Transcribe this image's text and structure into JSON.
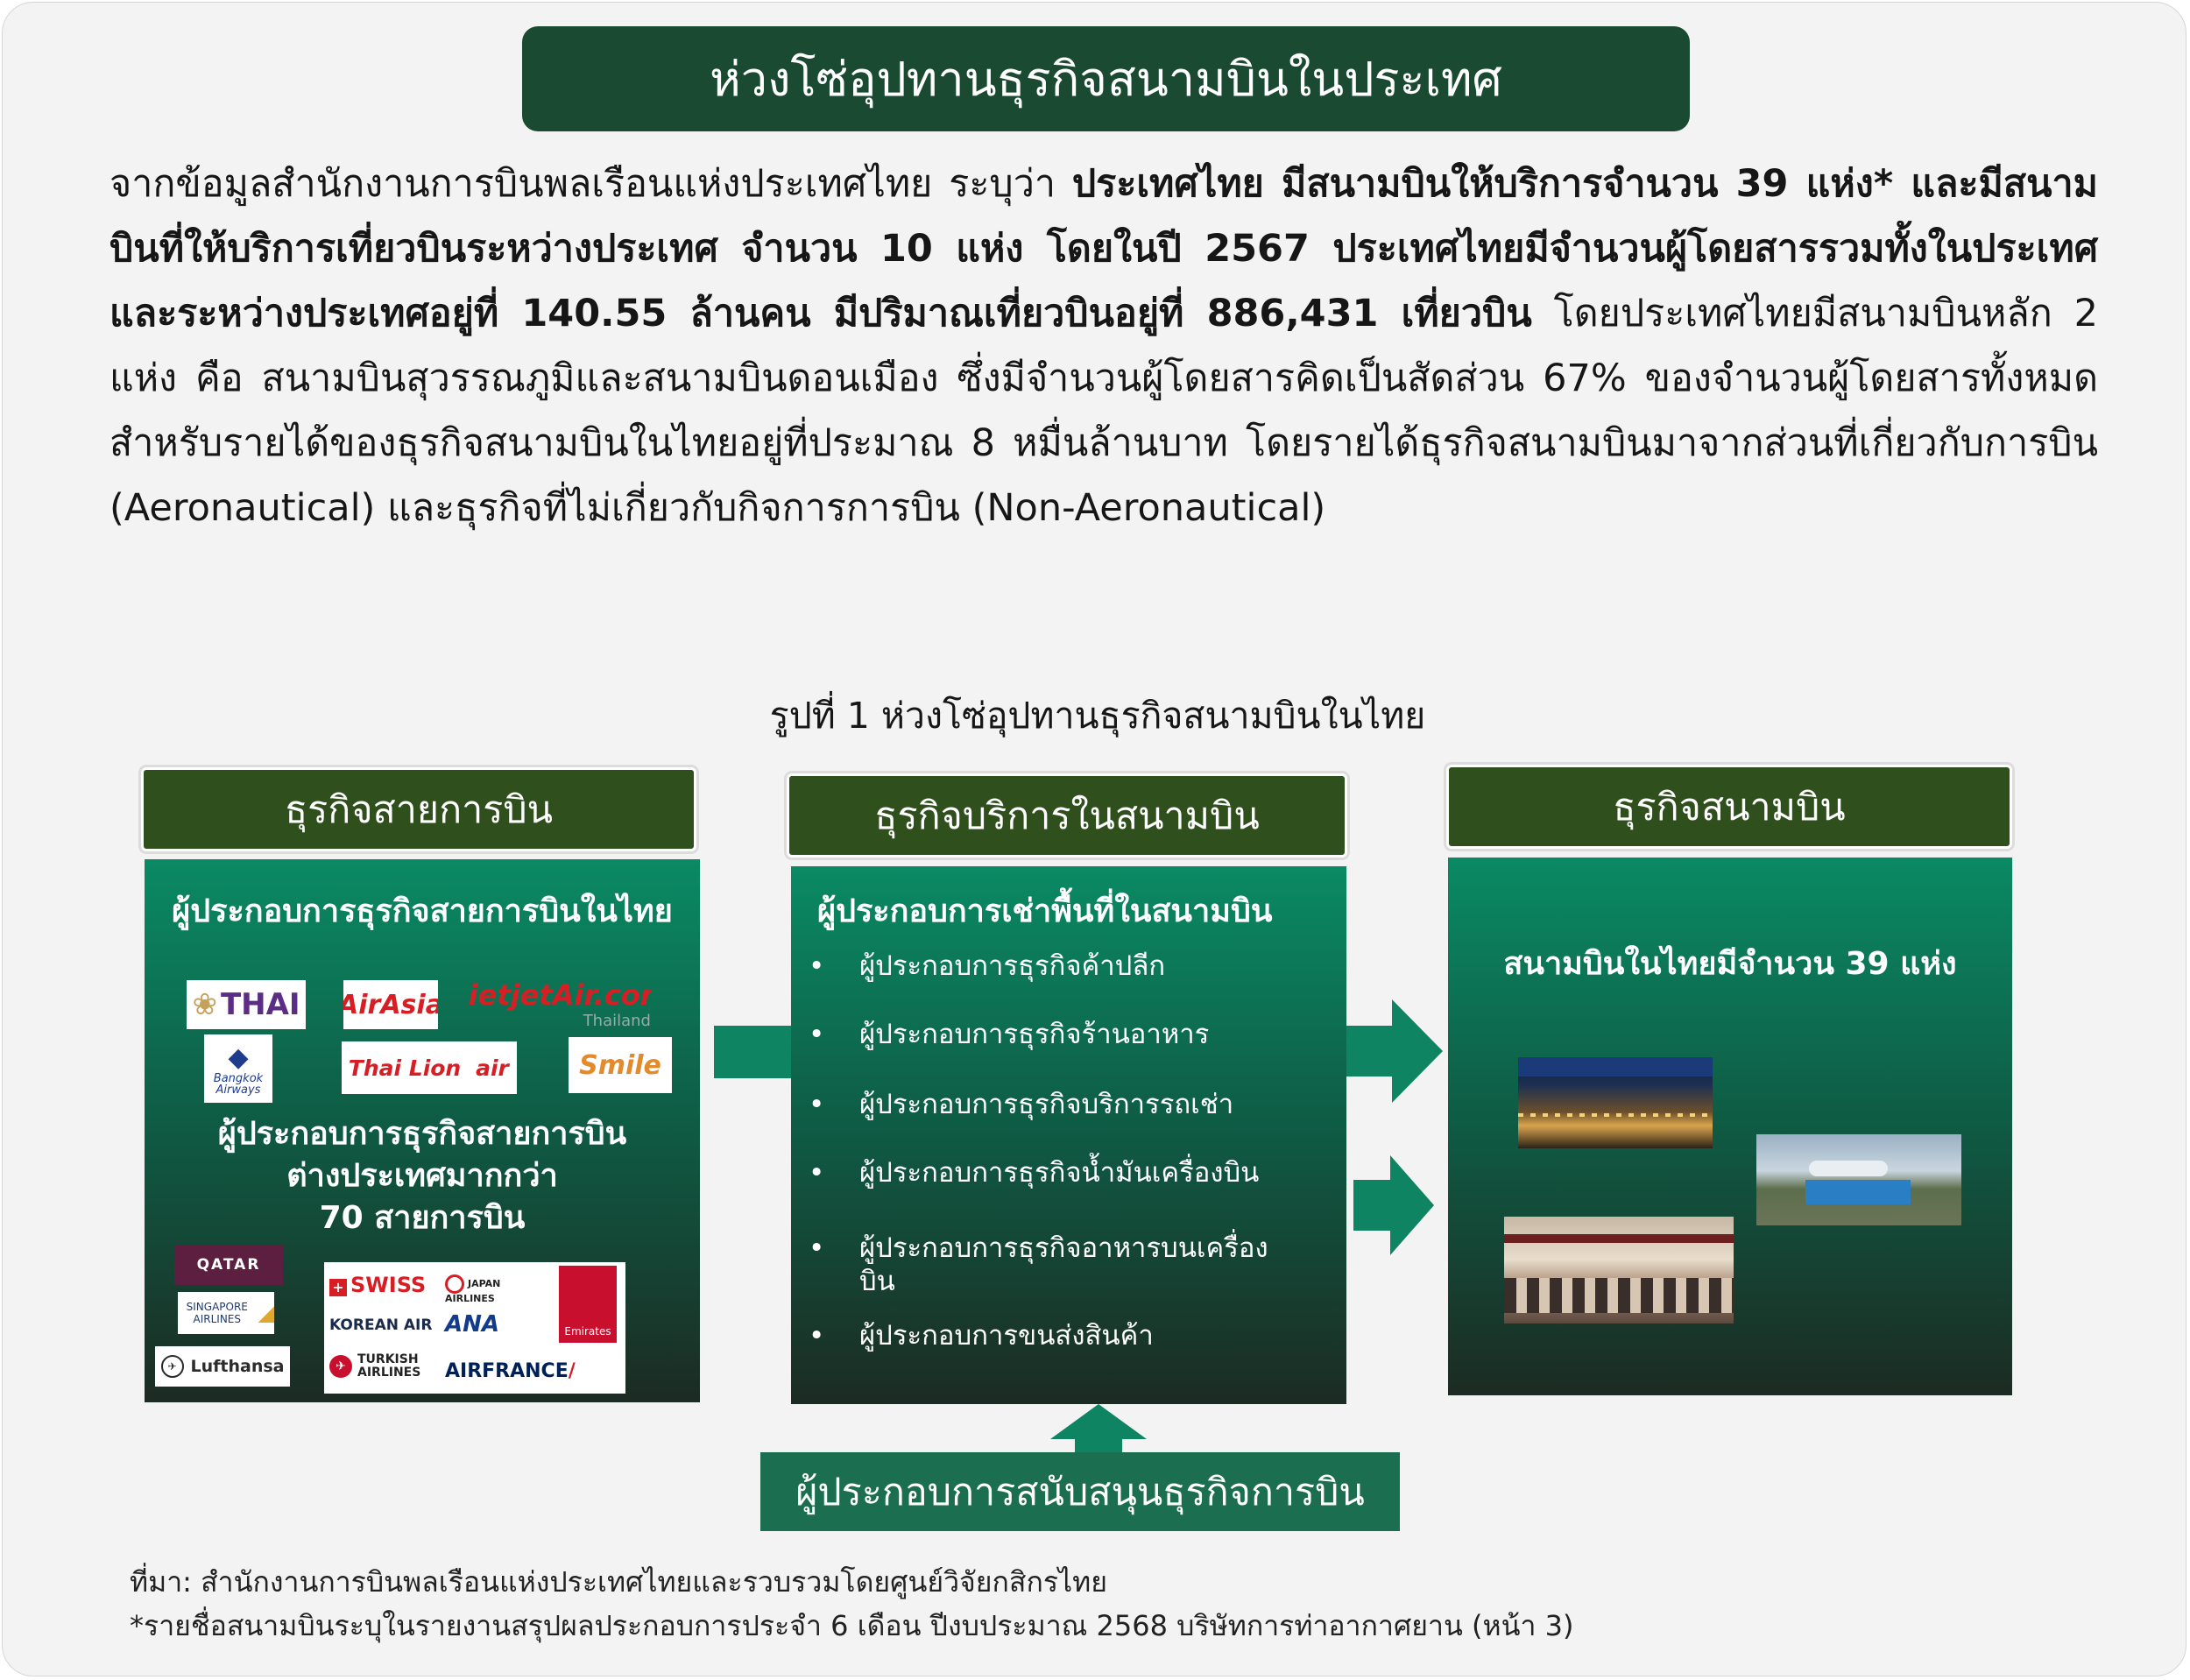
{
  "title": "ห่วงโซ่อุปทานธุรกิจสนามบินในประเทศ",
  "intro": {
    "p1": "จากข้อมูลสำนักงานการบินพลเรือนแห่งประเทศไทย ระบุว่า ",
    "b1": "ประเทศไทย มีสนามบินให้บริการจำนวน 39 แห่ง* และมีสนามบินที่ให้บริการเที่ยวบินระหว่างประเทศ จำนวน 10 แห่ง โดยในปี 2567 ประเทศไทยมีจำนวนผู้โดยสารรวมทั้งในประเทศและระหว่างประเทศอยู่ที่ 140.55 ล้านคน มีปริมาณเที่ยวบินอยู่ที่ 886,431 เที่ยวบิน",
    "p2": " โดยประเทศไทยมีสนามบินหลัก 2 แห่ง คือ สนามบินสุวรรณภูมิและสนามบินดอนเมือง ซึ่งมีจำนวนผู้โดยสารคิดเป็นสัดส่วน 67% ของจำนวนผู้โดยสารทั้งหมด สำหรับรายได้ของธุรกิจสนามบินในไทยอยู่ที่ประมาณ 8 หมื่นล้านบาท โดยรายได้ธุรกิจสนามบินมาจากส่วนที่เกี่ยวกับการบิน (Aeronautical) และธุรกิจที่ไม่เกี่ยวกับกิจการการบิน (Non-Aeronautical)"
  },
  "figure_caption": "รูปที่ 1 ห่วงโซ่อุปทานธุรกิจสนามบินในไทย",
  "airline": {
    "header": "ธุรกิจสายการบิน",
    "domestic_title": "ผู้ประกอบการธุรกิจสายการบินในไทย",
    "intl_title_1": "ผู้ประกอบการธุรกิจสายการบิน",
    "intl_title_2": "ต่างประเทศมากกว่า",
    "intl_title_3": "70 สายการบิน",
    "logos": {
      "thai": "THAI",
      "airasia": "AirAsia",
      "vietjet": "vietjetAir.com",
      "vietjet_sub": "Thailand",
      "bangkok": "Bangkok Airways",
      "thailion": "Thai Lion",
      "thailion_air": "air",
      "smile": "Smile",
      "qatar": "QATAR",
      "singapore": "SINGAPORE AIRLINES",
      "lufthansa": "Lufthansa",
      "swiss": "SWISS",
      "jal": "JAPAN AIRLINES",
      "emirates": "Emirates",
      "korean": "KOREAN AIR",
      "ana": "ANA",
      "turkish": "TURKISH AIRLINES",
      "airfrance": "AIRFRANCE"
    }
  },
  "services": {
    "header": "ธุรกิจบริการในสนามบิน",
    "title": "ผู้ประกอบการเช่าพื้นที่ในสนามบิน",
    "items": [
      "ผู้ประกอบการธุรกิจค้าปลีก",
      "ผู้ประกอบการธุรกิจร้านอาหาร",
      "ผู้ประกอบการธุรกิจบริการรถเช่า",
      "ผู้ประกอบการธุรกิจน้ำมันเครื่องบิน",
      "ผู้ประกอบการธุรกิจอาหารบนเครื่องบิน",
      "ผู้ประกอบการขนส่งสินค้า"
    ],
    "bullet": "•"
  },
  "airport": {
    "header": "ธุรกิจสนามบิน",
    "title": "สนามบินในไทยมีจำนวน 39 แห่ง"
  },
  "support": "ผู้ประกอบการสนับสนุนธุรกิจการบิน",
  "footnotes": {
    "source": "ที่มา: สำนักงานการบินพลเรือนแห่งประเทศไทยและรวบรวมโดยศูนย์วิจัยกสิกรไทย",
    "note": "*รายชื่อสนามบินระบุในรายงานสรุปผลประกอบการประจำ 6 เดือน ปีงบประมาณ 2568 บริษัทการท่าอากาศยาน (หน้า 3)"
  },
  "colors": {
    "title_bg": "#1b4a33",
    "header_bg": "#2f4f1c",
    "panel_top": "#0a8a64",
    "panel_bottom": "#1c2b23",
    "arrow": "#0e8462"
  }
}
